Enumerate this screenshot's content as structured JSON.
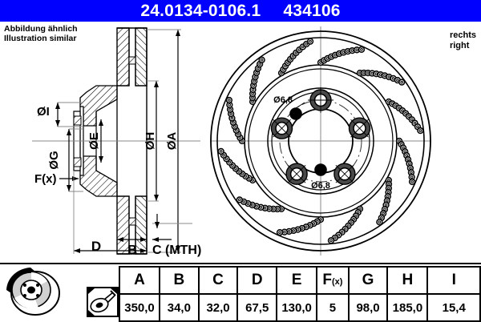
{
  "header": {
    "part_number": "24.0134-0106.1",
    "ref_number": "434106",
    "background_color": "#0000ff",
    "text_color": "#ffffff"
  },
  "notes": {
    "top_left": "Abbildung ähnlich\nIllustration similar",
    "top_right": "rechts\nright"
  },
  "drawing": {
    "section_labels": {
      "dia_i": "ØI",
      "dia_g": "ØG",
      "dia_e": "ØE",
      "dia_h": "ØH",
      "dia_a": "ØA",
      "force": "F(x)",
      "width_b": "B",
      "width_c": "C (MTH)",
      "width_d": "D"
    },
    "face_labels": {
      "hole_dia_top": "Ø6,8",
      "hole_dia_bottom": "Ø6,8"
    },
    "icons": {
      "disc_photo": "brake-disc-icon",
      "measure_tool": "caliper-measure-icon"
    }
  },
  "specs_table": {
    "headers": [
      "A",
      "B",
      "C",
      "D",
      "E",
      "F(x)",
      "G",
      "H",
      "I"
    ],
    "values": [
      "350,0",
      "34,0",
      "32,0",
      "67,5",
      "130,0",
      "5",
      "98,0",
      "185,0",
      "15,4"
    ],
    "fx_label_main": "F",
    "fx_label_sub": "(x)"
  }
}
